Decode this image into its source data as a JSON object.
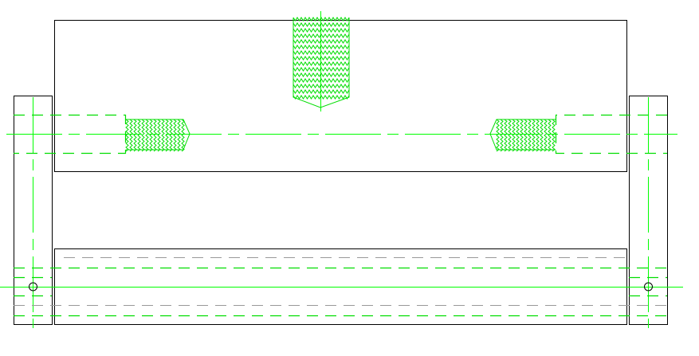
{
  "drawing": {
    "colors": {
      "outline": "#000000",
      "centerline": "#00ff00",
      "hidden": "#00dd00",
      "background": "#ffffff"
    },
    "features": [
      "left-post",
      "right-post",
      "top-block",
      "bottom-bar",
      "top-threaded-hole",
      "left-threaded-hole",
      "right-threaded-hole",
      "left-pin-hole",
      "right-pin-hole"
    ]
  }
}
